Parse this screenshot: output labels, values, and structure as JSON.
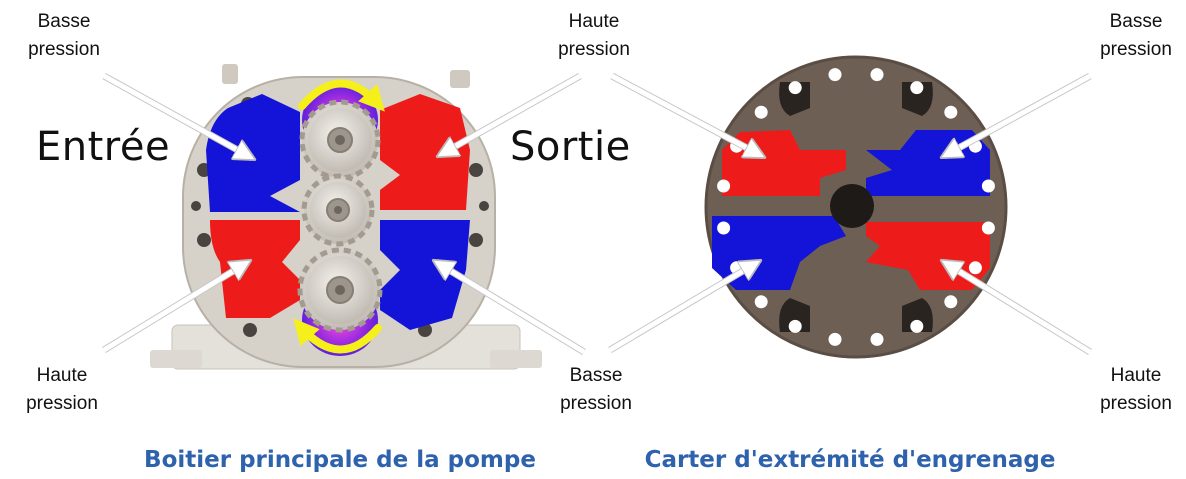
{
  "main_housing": {
    "caption": "Boitier principale de la pompe",
    "inlet_label": "Entrée",
    "outlet_label": "Sortie",
    "label_top_left": "Basse\npression",
    "label_top_right": "Haute\npression",
    "label_bottom_left": "Haute\npression",
    "label_bottom_right": "Basse\npression"
  },
  "end_cover": {
    "caption": "Carter d'extrémité d'engrenage",
    "label_top_right": "Basse\npression",
    "label_bottom_right": "Haute\npression"
  },
  "colors": {
    "low_pressure": "#1414d8",
    "high_pressure": "#ee1b1b",
    "rotation_arrow": "#f5f01a",
    "housing": "#d6d1c9",
    "cover": "#6e5f55",
    "caption": "#2e62ac"
  }
}
